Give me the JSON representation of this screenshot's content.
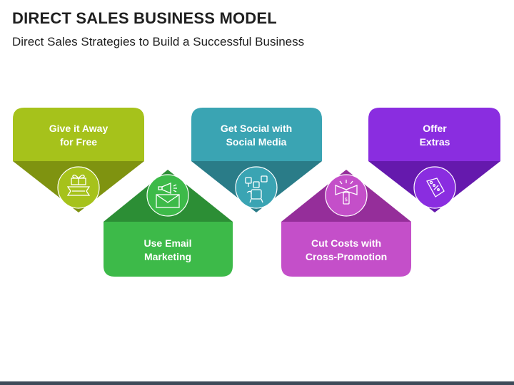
{
  "header": {
    "title": "DIRECT SALES BUSINESS MODEL",
    "subtitle": "Direct Sales Strategies to Build a Successful Business"
  },
  "steps": [
    {
      "line1": "Give it Away",
      "line2": "for Free",
      "icon": "giveaway-gift-icon",
      "color": "#a6c21b",
      "dark": "#7f9310"
    },
    {
      "line1": "Use Email",
      "line2": "Marketing",
      "icon": "email-megaphone-icon",
      "color": "#3dba49",
      "dark": "#2c8e35"
    },
    {
      "line1": "Get Social with",
      "line2": "Social Media",
      "icon": "social-media-phone-icon",
      "color": "#3aa4b3",
      "dark": "#2a7c88"
    },
    {
      "line1": "Cut Costs with",
      "line2": "Cross-Promotion",
      "icon": "promotion-megaphone-icon",
      "color": "#c44fc9",
      "dark": "#952e9a"
    },
    {
      "line1": "Offer",
      "line2": "Extras",
      "icon": "discount-tag-icon",
      "color": "#8a2de0",
      "dark": "#6519ad"
    }
  ]
}
